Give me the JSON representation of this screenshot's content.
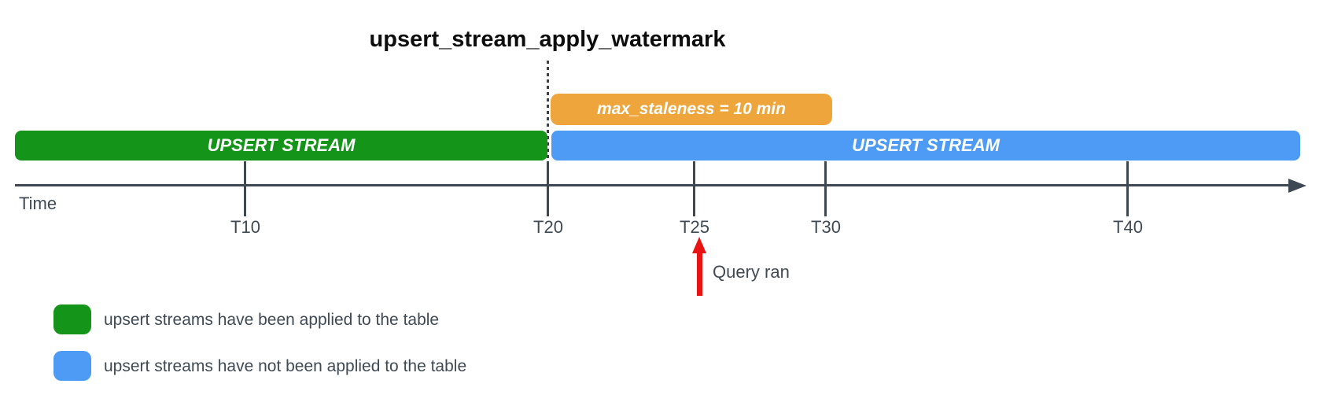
{
  "diagram": {
    "title": "upsert_stream_apply_watermark",
    "bars": {
      "staleness_label": "max_staleness = 10 min",
      "applied_label": "UPSERT STREAM",
      "not_applied_label": "UPSERT STREAM"
    },
    "timeline": {
      "axis_label": "Time",
      "ticks": [
        {
          "label": "T10"
        },
        {
          "label": "T20"
        },
        {
          "label": "T25"
        },
        {
          "label": "T30"
        },
        {
          "label": "T40"
        }
      ]
    },
    "annotation": {
      "query_ran_label": "Query ran"
    },
    "legend": [
      {
        "swatch_color": "#149418",
        "label": "upsert streams have been applied to the table"
      },
      {
        "swatch_color": "#4D9BF5",
        "label": "upsert streams have not been applied to the table"
      }
    ],
    "colors": {
      "applied_green": "#149418",
      "not_applied_blue": "#4D9BF5",
      "staleness_orange": "#EEA63C",
      "query_arrow_red": "#E81313",
      "axis_dark": "#3E4852",
      "text_dark": "#3F4A54"
    }
  }
}
